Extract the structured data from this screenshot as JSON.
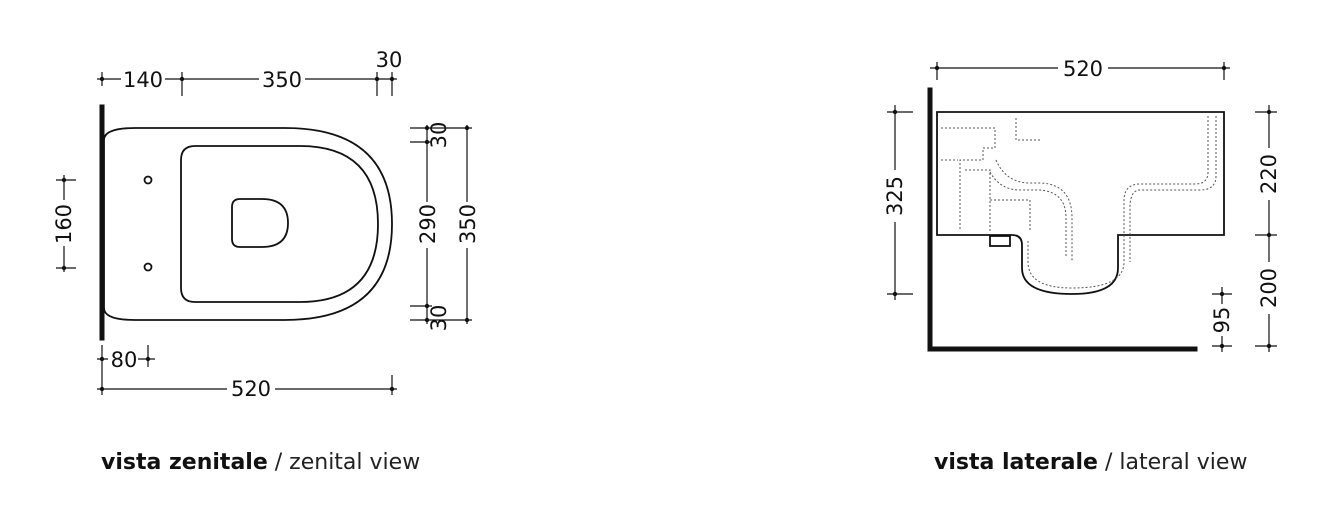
{
  "top_view": {
    "dims": {
      "a": "140",
      "b": "350",
      "c": "30",
      "height": "160",
      "r1": "30",
      "r2": "290",
      "r3": "30",
      "r_total": "350",
      "bottom_small": "80",
      "bottom_total": "520"
    },
    "caption_it": "vista zenitale",
    "caption_sep": " / ",
    "caption_en": "zenital view"
  },
  "side_view": {
    "dims": {
      "top": "520",
      "left": "325",
      "r_upper": "220",
      "r_lower": "200",
      "r_small": "95"
    },
    "caption_it": "vista laterale",
    "caption_sep": " / ",
    "caption_en": "lateral view"
  }
}
